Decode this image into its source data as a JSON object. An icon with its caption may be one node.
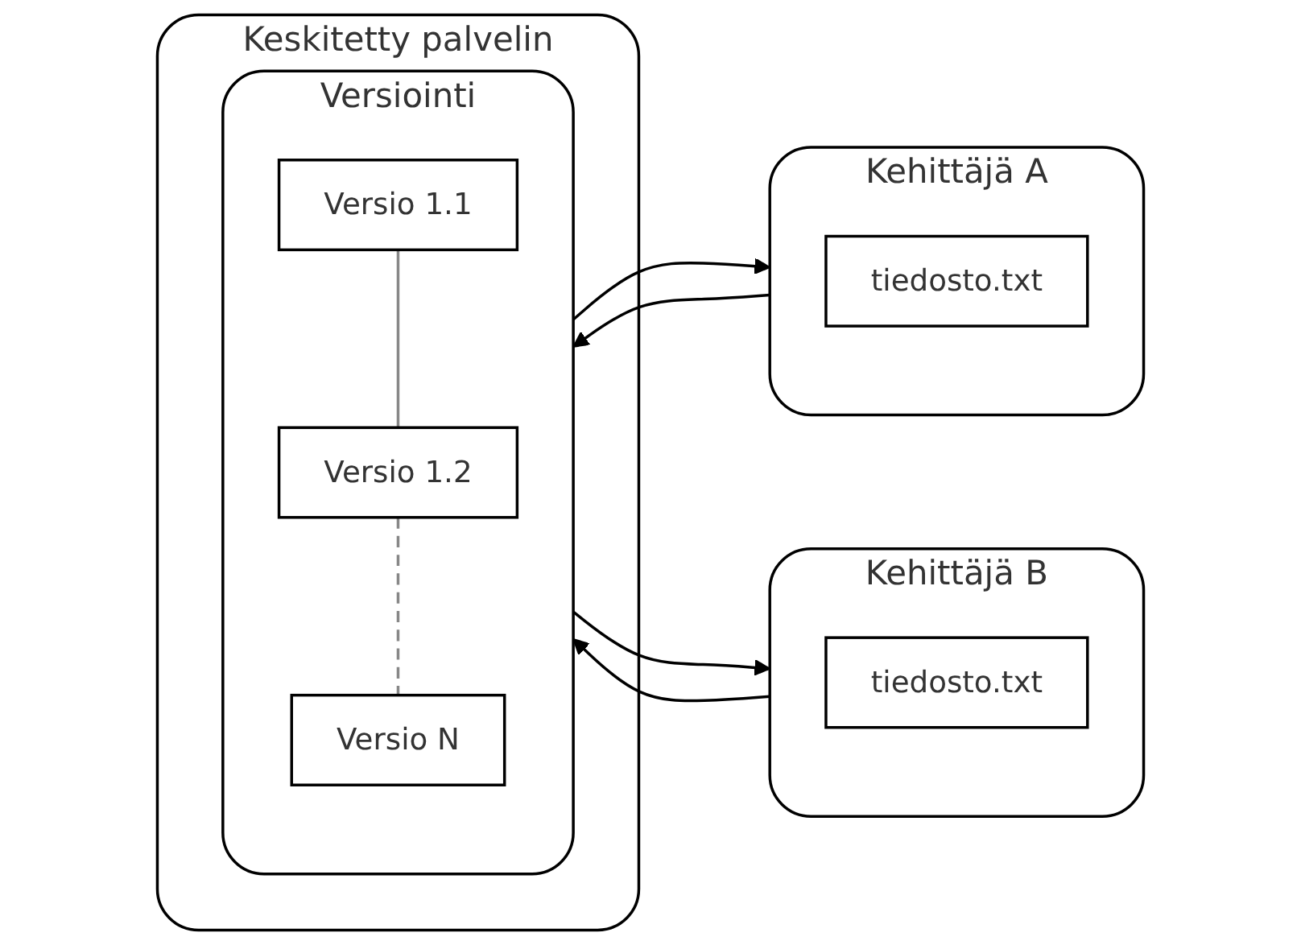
{
  "diagram": {
    "nodes": [
      {
        "text": [
          "Kehittäjä A"
        ]
      },
      {
        "text": [
          "tiedosto.txt"
        ],
        "in": 0
      },
      {
        "text": [
          "Kehittäjä B"
        ]
      },
      {
        "text": [
          "tiedosto.txt"
        ],
        "in": 2
      },
      {
        "text": [
          "Keskitetty palvelin"
        ]
      },
      {
        "text": [
          "Versiointi"
        ],
        "in": 4
      },
      {
        "text": [
          "Versio 1.1"
        ],
        "in": 5
      },
      {
        "text": [
          "Versio 1.2"
        ],
        "in": 5
      },
      {
        "text": [
          "Versio N"
        ],
        "in": 5
      }
    ],
    "edges": [
      {
        "from": 0,
        "to": 5,
        "arrow": "to"
      },
      {
        "from": 5,
        "to": 0,
        "arrow": "to"
      },
      {
        "from": 2,
        "to": 5,
        "arrow": "to"
      },
      {
        "from": 5,
        "to": 2,
        "arrow": "to"
      },
      {
        "from": 6,
        "to": 7,
        "arrow": "none",
        "color": "#888888"
      },
      {
        "from": 7,
        "to": 8,
        "arrow": "none",
        "style": "dashed",
        "color": "#888888"
      }
    ]
  }
}
